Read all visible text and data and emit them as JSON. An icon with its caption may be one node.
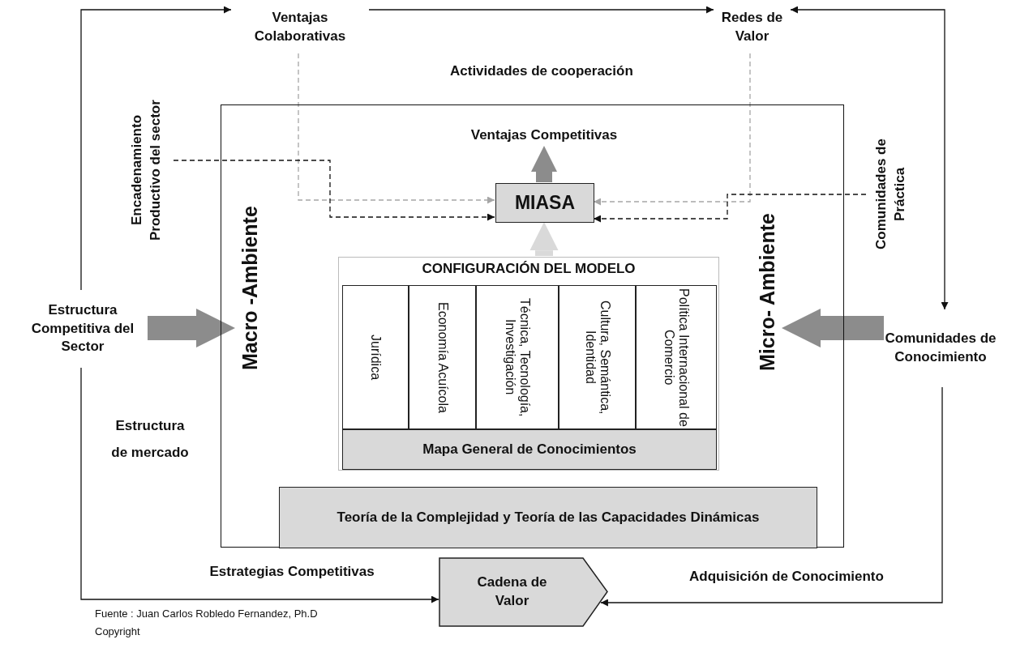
{
  "diagram": {
    "nodes": [
      {
        "text": [
          "Ventajas Colaborativas"
        ]
      },
      {
        "text": [
          "Redes de Valor"
        ]
      },
      {
        "text": [
          "Encadenamiento Productivo del sector"
        ]
      },
      {
        "text": [
          "Comunidades de Práctica"
        ]
      },
      {
        "text": [],
        "shape": "box"
      },
      {
        "text": [
          "Ventajas Competitivas"
        ],
        "in": 4
      },
      {
        "text": [
          "MIASA"
        ],
        "in": 4
      },
      {
        "text": [
          "Macro -Ambiente"
        ],
        "in": 4
      },
      {
        "text": [
          "Micro- Ambiente"
        ],
        "in": 4
      },
      {
        "text": [
          "CONFIGURACIÓN DEL MODELO"
        ],
        "in": 4
      },
      {
        "text": [
          "Jurídica"
        ],
        "in": 9
      },
      {
        "text": [
          "Economía Acuícola"
        ],
        "in": 9
      },
      {
        "text": [
          "Técnica, Tecnología, Investigación"
        ],
        "in": 9
      },
      {
        "text": [
          "Cultura, Semántica, Identidad"
        ],
        "in": 9
      },
      {
        "text": [
          "Política Internacional de Comercio"
        ],
        "in": 9
      },
      {
        "text": [
          "Mapa General de Conocimientos"
        ],
        "in": 9
      },
      {
        "text": [
          "Teoría de la Complejidad y Teoría de las Capacidades Dinámicas"
        ],
        "in": 4
      },
      {
        "text": [
          "Estructura Competitiva del Sector"
        ]
      },
      {
        "text": [
          "Comunidades de Conocimiento"
        ]
      },
      {
        "text": [
          "Cadena de Valor"
        ]
      }
    ],
    "edges": [
      {
        "from": 17,
        "to": 0,
        "arrow": "to"
      },
      {
        "from": 0,
        "to": 1,
        "arrow": "to",
        "label": "Actividades de cooperación"
      },
      {
        "from": 1,
        "to": 18,
        "arrow": "both"
      },
      {
        "from": 17,
        "to": 19,
        "arrow": "to",
        "label": "Estrategias Competitivas"
      },
      {
        "from": 18,
        "to": 19,
        "arrow": "to",
        "label": "Adquisición de Conocimiento"
      },
      {
        "from": 0,
        "to": 6,
        "arrow": "to",
        "style": "dashed",
        "color": "#a6a6a6"
      },
      {
        "from": 2,
        "to": 6,
        "arrow": "to",
        "style": "dashed"
      },
      {
        "from": 1,
        "to": 6,
        "arrow": "to",
        "style": "dashed",
        "color": "#a6a6a6"
      },
      {
        "from": 3,
        "to": 6,
        "arrow": "to",
        "style": "dashed"
      },
      {
        "from": 6,
        "to": 5,
        "arrow": "to",
        "style": "thick",
        "color": "#8c8c8c"
      },
      {
        "from": 9,
        "to": 6,
        "arrow": "to",
        "style": "thick",
        "color": "#d9d9d9"
      },
      {
        "from": 17,
        "to": 7,
        "arrow": "to",
        "style": "thick",
        "color": "#8c8c8c"
      },
      {
        "from": 18,
        "to": 8,
        "arrow": "to",
        "style": "thick",
        "color": "#8c8c8c"
      }
    ],
    "labels": [
      "Estructura de mercado",
      "Fuente : Juan Carlos Robledo Fernandez, Ph.D",
      "Copyright"
    ]
  }
}
